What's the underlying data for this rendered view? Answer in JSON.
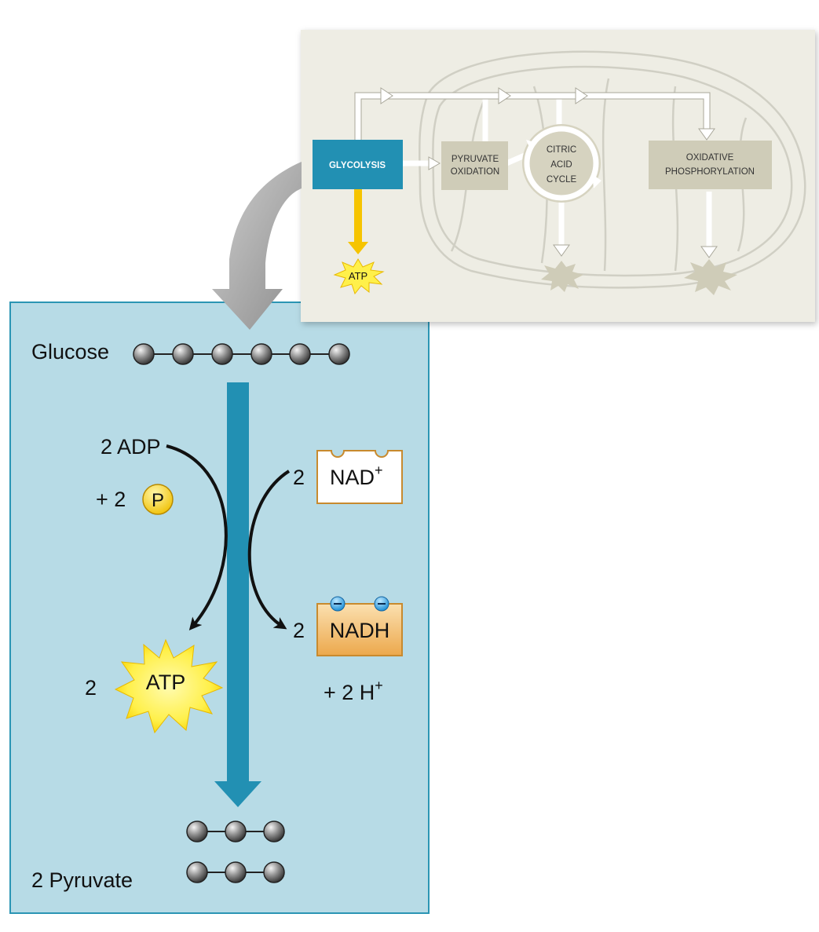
{
  "overview": {
    "glycolysis": "GLYCOLYSIS",
    "pyruvate_oxidation": [
      "PYRUVATE",
      "OXIDATION"
    ],
    "citric_acid_cycle": [
      "CITRIC",
      "ACID",
      "CYCLE"
    ],
    "oxidative_phosphorylation": [
      "OXIDATIVE",
      "PHOSPHORYLATION"
    ],
    "atp": "ATP"
  },
  "detail": {
    "glucose": "Glucose",
    "adp": "2 ADP",
    "phosphate_coef": "+ 2",
    "phosphate_symbol": "P",
    "nad_coef": "2",
    "nad_label": "NAD",
    "nad_charge": "+",
    "nadh_coef": "2",
    "nadh_label": "NADH",
    "atp_coef": "2",
    "atp_label": "ATP",
    "protons": "+ 2 H",
    "proton_charge": "+",
    "pyruvate": "2 Pyruvate"
  },
  "colors": {
    "panel_bg": "#b7dbe6",
    "panel_border": "#2b95b4",
    "flow_arrow": "#2290b3",
    "glycolysis_box": "#2290b3",
    "overview_bg": "#eeede4",
    "stage_box": "#cfccb8",
    "atp_yellow": "#fff27a",
    "nadh_orange": "#f3c27e"
  }
}
